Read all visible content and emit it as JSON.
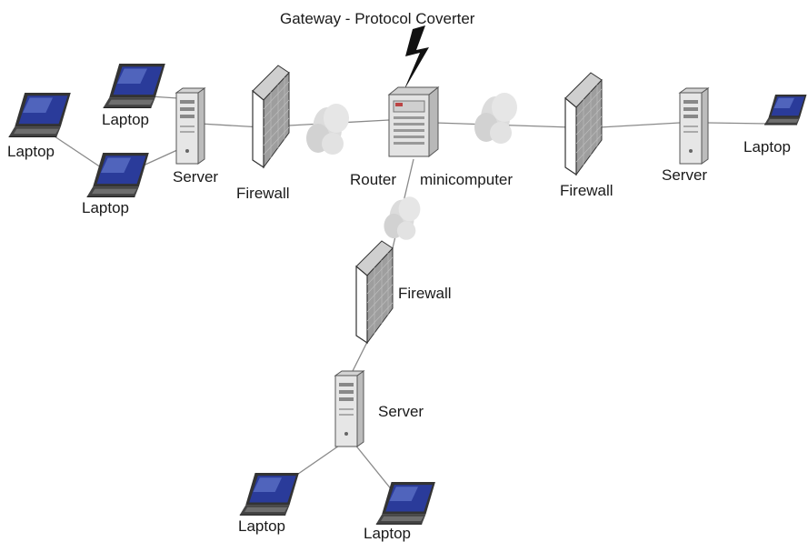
{
  "diagram": {
    "title": "Gateway - Protocol Coverter",
    "router_label": "Router",
    "minicomputer_label": "minicomputer",
    "firewalls": {
      "left": "Firewall",
      "right": "Firewall",
      "bottom": "Firewall"
    },
    "servers": {
      "left": "Server",
      "right": "Server",
      "bottom": "Server"
    },
    "laptops": {
      "left_top": "Laptop",
      "left_middle": "Laptop",
      "left_bottom": "Laptop",
      "right": "Laptop",
      "bottom_left": "Laptop",
      "bottom_right": "Laptop"
    },
    "colors": {
      "screen": "#2a3b9a",
      "screen_highlight": "#6f86d8",
      "lightning": "#111111",
      "cloud": "#d8d8d8",
      "firewall_face": "#ffffff",
      "server_body": "#e6e6e6"
    },
    "icons": [
      "laptop-icon",
      "server-icon",
      "firewall-icon",
      "cloud-icon",
      "router-icon",
      "lightning-icon"
    ]
  }
}
